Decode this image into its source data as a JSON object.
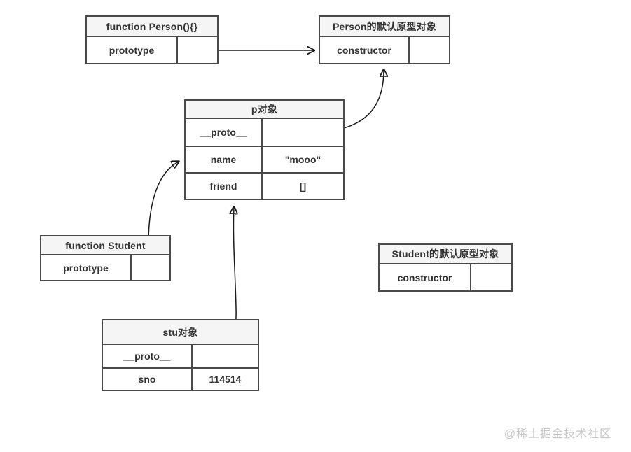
{
  "diagram": {
    "boxes": [
      {
        "id": "function-person",
        "title": "function Person(){}",
        "rows": [
          {
            "key": "prototype",
            "value": ""
          }
        ]
      },
      {
        "id": "person-proto",
        "title": "Person的默认原型对象",
        "rows": [
          {
            "key": "constructor",
            "value": ""
          }
        ]
      },
      {
        "id": "p-object",
        "title": "p对象",
        "rows": [
          {
            "key": "__proto__",
            "value": ""
          },
          {
            "key": "name",
            "value": "\"mooo\""
          },
          {
            "key": "friend",
            "value": "[]"
          }
        ]
      },
      {
        "id": "function-student",
        "title": "function Student",
        "rows": [
          {
            "key": "prototype",
            "value": ""
          }
        ]
      },
      {
        "id": "student-proto",
        "title": "Student的默认原型对象",
        "rows": [
          {
            "key": "constructor",
            "value": ""
          }
        ]
      },
      {
        "id": "stu-object",
        "title": "stu对象",
        "rows": [
          {
            "key": "__proto__",
            "value": ""
          },
          {
            "key": "sno",
            "value": "114514"
          }
        ]
      }
    ],
    "arrows": [
      {
        "from": "function Person.prototype",
        "to": "Person的默认原型对象"
      },
      {
        "from": "p对象.__proto__",
        "to": "Person的默认原型对象.constructor行底部"
      },
      {
        "from": "function Student.prototype",
        "to": "p对象"
      },
      {
        "from": "stu对象.__proto__",
        "to": "p对象底部"
      }
    ],
    "watermark": "@稀土掘金技术社区",
    "colors": {
      "border": "#4a4a4a",
      "header_bg": "#f5f5f5",
      "text": "#333333",
      "arrow": "#1a1a1a",
      "watermark": "#c6c6c6",
      "background": "#ffffff"
    }
  }
}
